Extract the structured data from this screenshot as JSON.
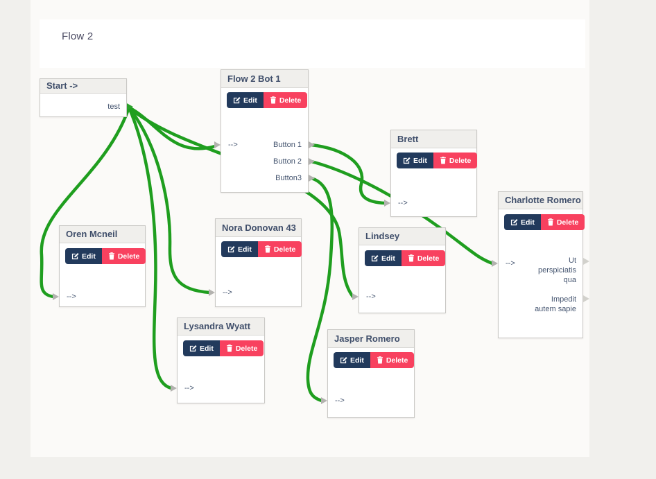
{
  "header": {
    "title": "Flow 2"
  },
  "buttons": {
    "edit": "Edit",
    "delete": "Delete"
  },
  "colors": {
    "edge_green": "#1f9e1f",
    "edit_navy": "#223a5c",
    "delete_pink": "#f8415f",
    "node_header_bg": "#f0efec",
    "canvas_bg": "#fbfaf8",
    "page_bg": "#f1f0ed"
  },
  "nodes": [
    {
      "id": "start",
      "title": "Start ->",
      "has_buttons": false,
      "outputs": [
        "test"
      ]
    },
    {
      "id": "bot1",
      "title": "Flow 2 Bot 1",
      "has_buttons": true,
      "input": "-->",
      "outputs": [
        "Button 1",
        "Button 2",
        "Button3"
      ]
    },
    {
      "id": "brett",
      "title": "Brett",
      "has_buttons": true,
      "input": "-->"
    },
    {
      "id": "oren",
      "title": "Oren Mcneil",
      "has_buttons": true,
      "input": "-->"
    },
    {
      "id": "nora",
      "title": "Nora Donovan 43",
      "has_buttons": true,
      "input": "-->"
    },
    {
      "id": "lindsey",
      "title": "Lindsey",
      "has_buttons": true,
      "input": "-->"
    },
    {
      "id": "lysandra",
      "title": "Lysandra Wyatt",
      "has_buttons": true,
      "input": "-->"
    },
    {
      "id": "jasper",
      "title": "Jasper Romero",
      "has_buttons": true,
      "input": "-->"
    },
    {
      "id": "charlotte",
      "title": "Charlotte Romero",
      "has_buttons": true,
      "input": "-->",
      "text_outputs": [
        "Ut perspiciatis qua",
        "Impedit autem sapie"
      ]
    }
  ],
  "edges": [
    {
      "from": "start.test",
      "to": "bot1.in"
    },
    {
      "from": "start.test",
      "to": "oren.in"
    },
    {
      "from": "start.test",
      "to": "nora.in"
    },
    {
      "from": "start.test",
      "to": "lysandra.in"
    },
    {
      "from": "start.test",
      "to": "lindsey.in"
    },
    {
      "from": "bot1.button1",
      "to": "brett.in"
    },
    {
      "from": "bot1.button2",
      "to": "charlotte.in"
    },
    {
      "from": "bot1.button3",
      "to": "jasper.in"
    }
  ]
}
